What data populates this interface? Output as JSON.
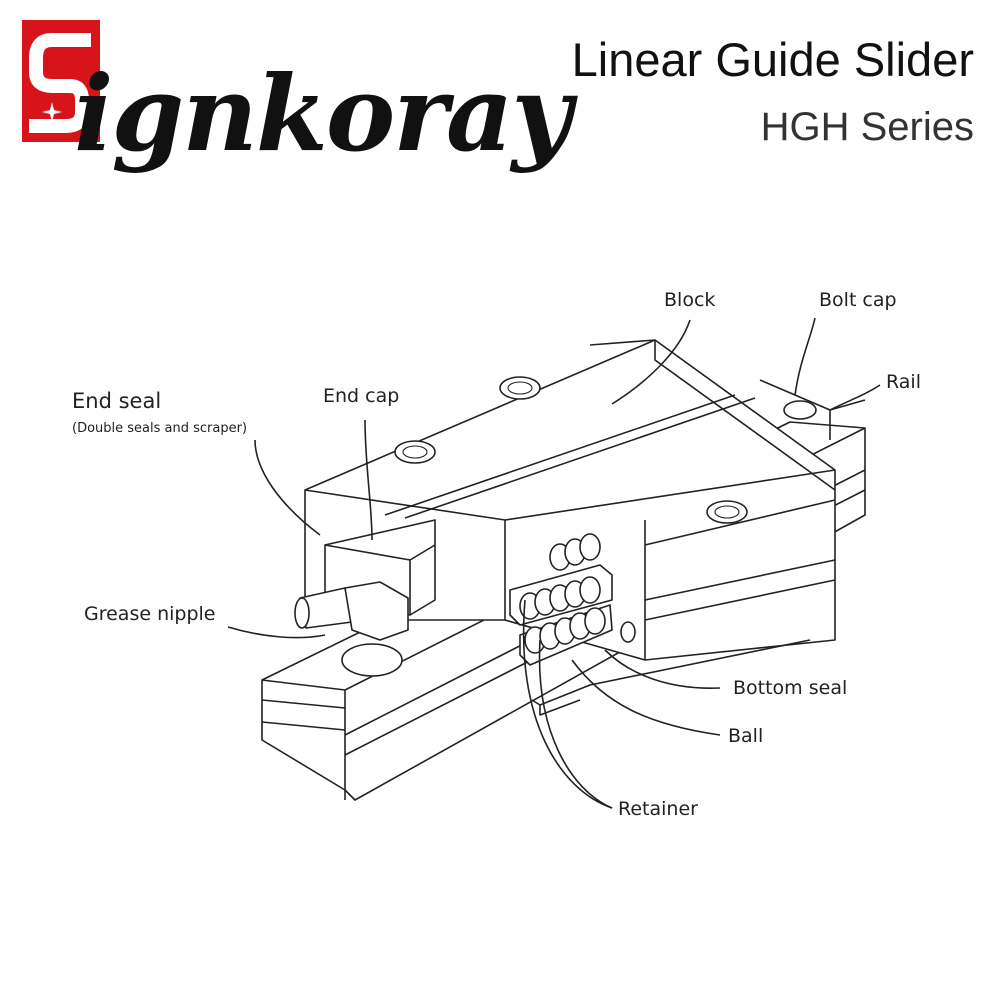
{
  "brand": {
    "logo_text": "ignkoray",
    "logo_letter": "S",
    "accent": "#d7141a"
  },
  "header": {
    "title": "Linear Guide Slider",
    "subtitle": "HGH Series"
  },
  "labels": {
    "block": "Block",
    "bolt_cap": "Bolt cap",
    "rail": "Rail",
    "end_seal": "End seal",
    "end_seal_note": "(Double seals and scraper)",
    "end_cap": "End cap",
    "grease_nipple": "Grease nipple",
    "bottom_seal": "Bottom seal",
    "ball": "Ball",
    "retainer": "Retainer"
  }
}
